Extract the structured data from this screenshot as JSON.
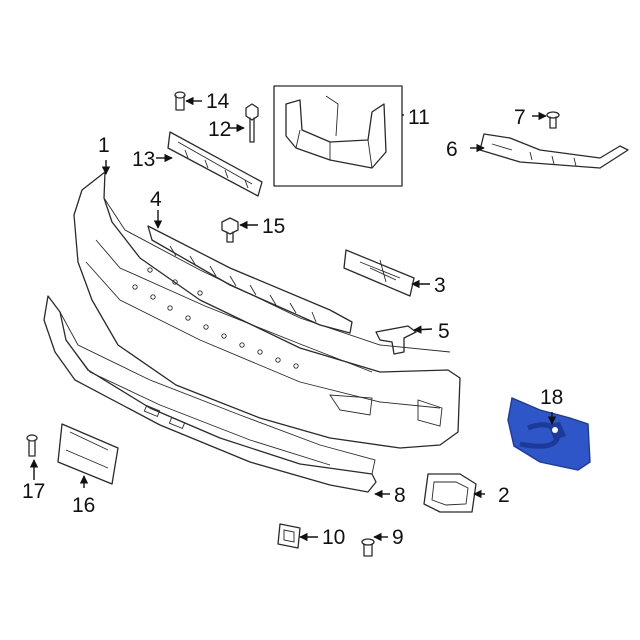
{
  "callouts": [
    "1",
    "2",
    "3",
    "4",
    "5",
    "6",
    "7",
    "8",
    "9",
    "10",
    "11",
    "12",
    "13",
    "14",
    "15",
    "16",
    "17",
    "18"
  ],
  "colors": {
    "line": "#2a2a2a",
    "highlight": "#2f56c8",
    "highlight_dark": "#1b3a9a"
  }
}
